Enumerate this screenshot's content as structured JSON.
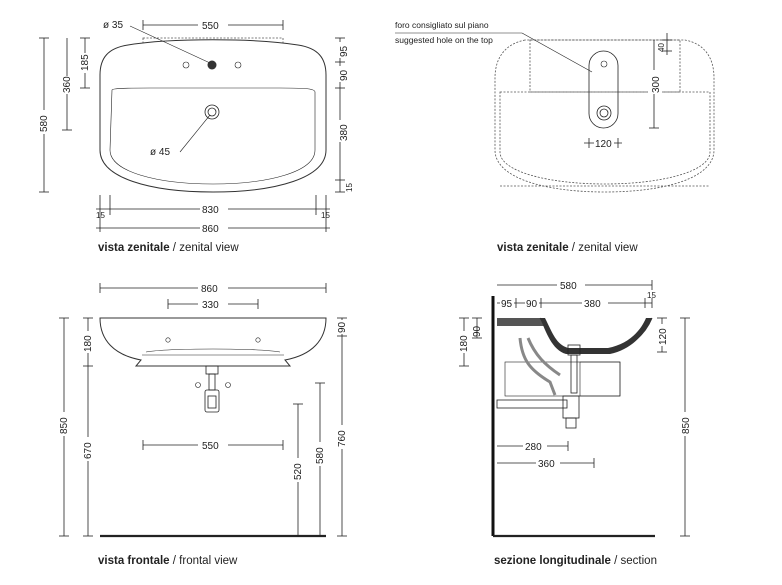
{
  "views": {
    "top_left": {
      "caption_main": "vista zenitale",
      "caption_sub": "zenital view",
      "dims": {
        "hole_small": "ø 35",
        "top_width": "550",
        "hole_big": "ø 45",
        "overall_depth": "580",
        "d360": "360",
        "d185": "185",
        "d95": "95",
        "d90": "90",
        "d380": "380",
        "d15_right": "15",
        "w830": "830",
        "w860": "860",
        "d15_left": "15",
        "d15_right_b": "15"
      }
    },
    "top_right": {
      "caption_main": "vista zenitale",
      "caption_sub": "zenital view",
      "note_main": "foro consigliato sul piano",
      "note_sub": "suggested hole on the top",
      "dims": {
        "d40": "40",
        "d300": "300",
        "w120": "120"
      }
    },
    "front": {
      "caption_main": "vista frontale",
      "caption_sub": "frontal view",
      "dims": {
        "w860": "860",
        "w330": "330",
        "d180": "180",
        "d850": "850",
        "d670": "670",
        "w550": "550",
        "d520": "520",
        "d580": "580",
        "d760": "760",
        "d90": "90"
      }
    },
    "section": {
      "caption_main": "sezione longitudinale",
      "caption_sub": "section",
      "dims": {
        "w580": "580",
        "d15": "15",
        "w95": "95",
        "w90": "90",
        "w380": "380",
        "d180": "180",
        "d90": "90",
        "d120": "120",
        "w280": "280",
        "w360": "360",
        "d850": "850"
      }
    }
  }
}
